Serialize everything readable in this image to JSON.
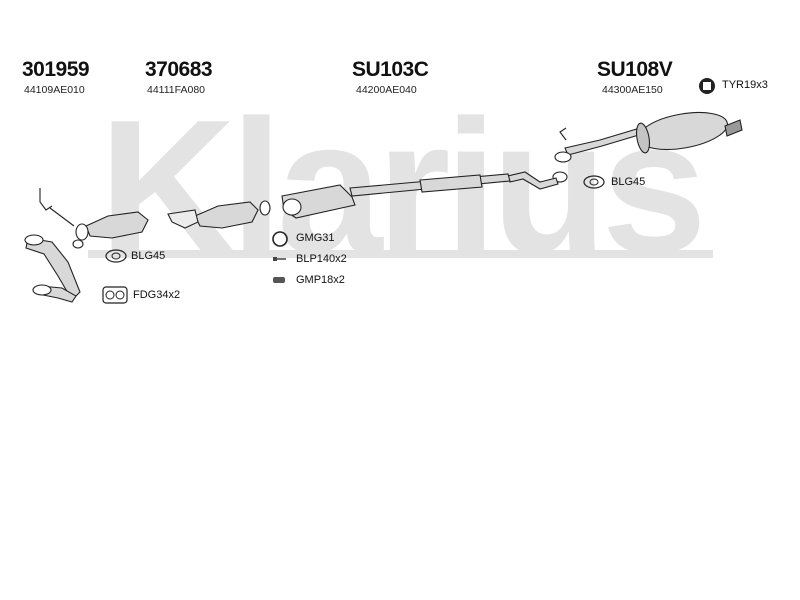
{
  "brand": "Klarius",
  "parts": [
    {
      "number": "301959",
      "oem": "44109AE010"
    },
    {
      "number": "370683",
      "oem": "44111FA080"
    },
    {
      "number": "SU103C",
      "oem": "44200AE040"
    },
    {
      "number": "SU108V",
      "oem": "44300AE150"
    }
  ],
  "fittings": {
    "tyr": "TYR19x3",
    "blg_rear": "BLG45",
    "blg_front": "BLG45",
    "fdg": "FDG34x2",
    "gmg": "GMG31",
    "blp": "BLP140x2",
    "gmp": "GMP18x2"
  }
}
